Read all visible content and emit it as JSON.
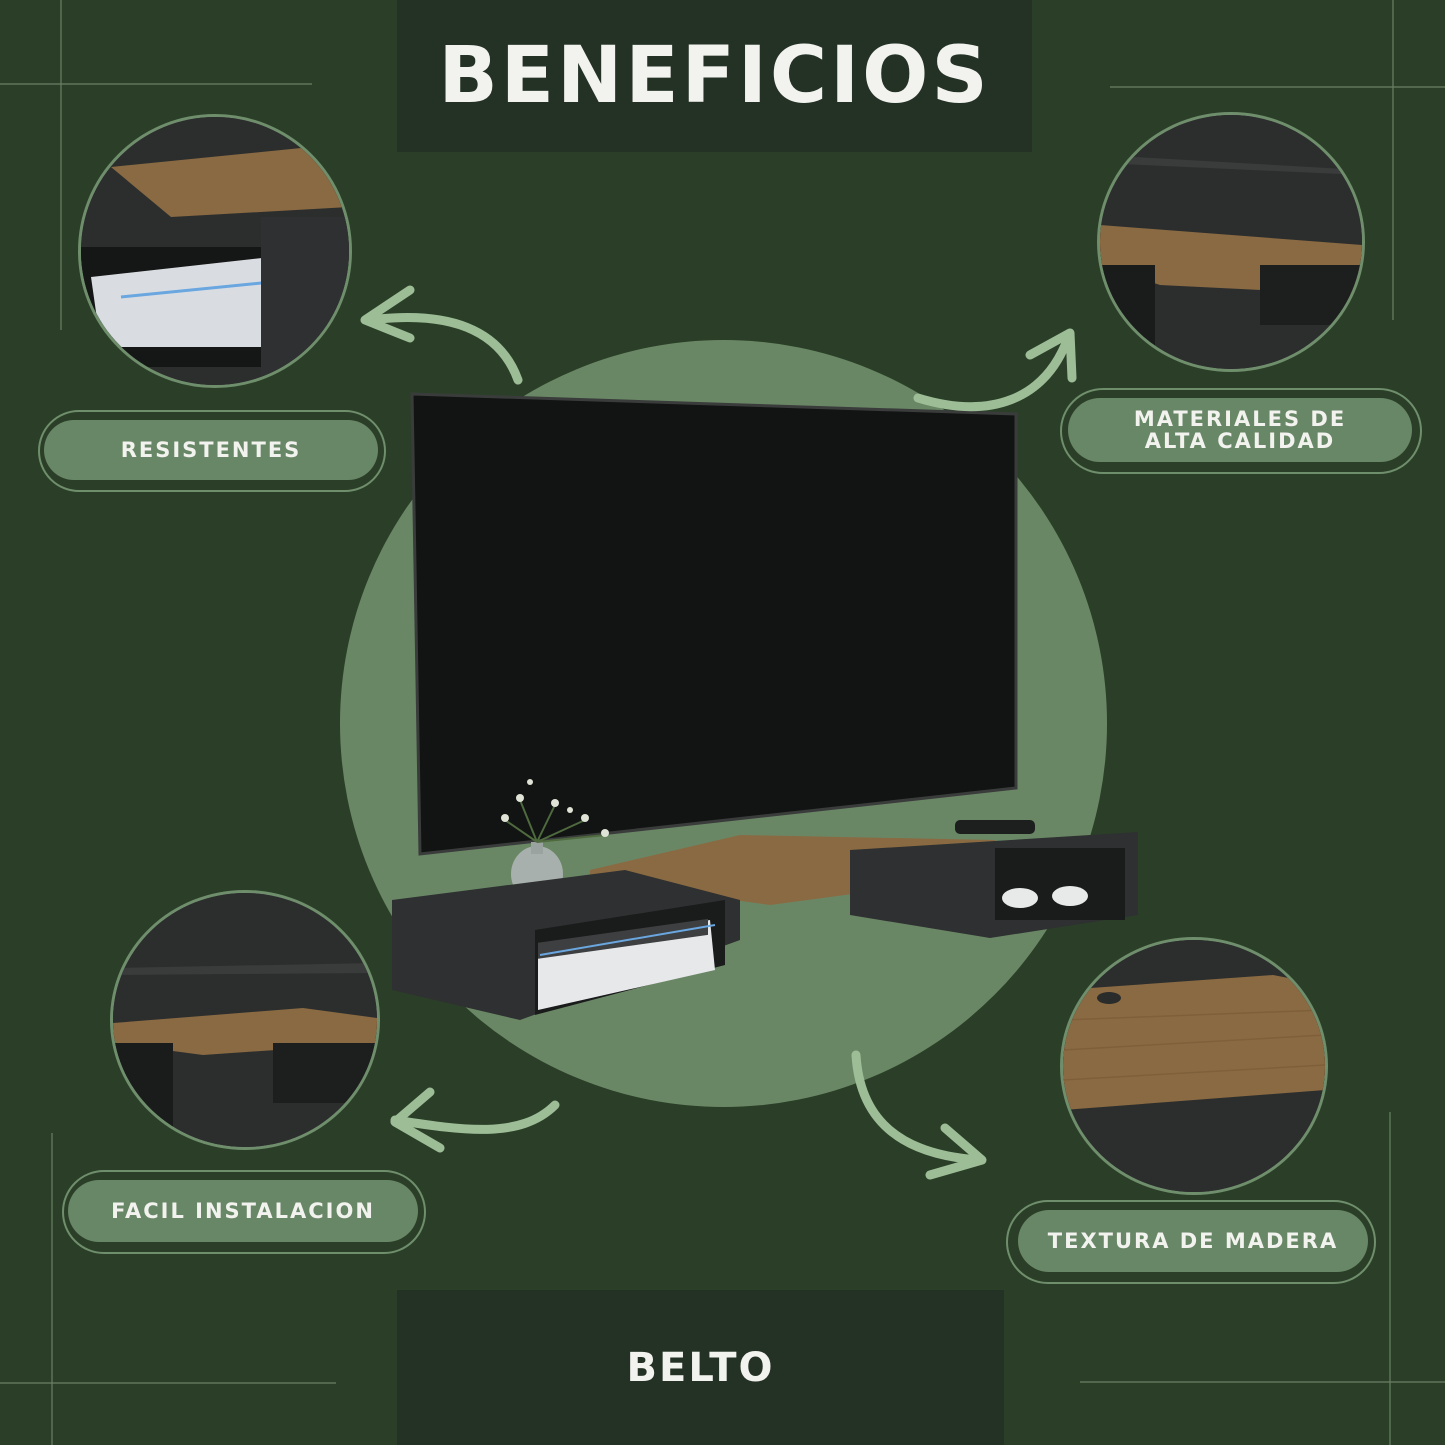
{
  "header": {
    "title": "BENEFICIOS"
  },
  "footer": {
    "product_name": "BELTO"
  },
  "benefits": [
    {
      "label": "RESISTENTES"
    },
    {
      "label": "MATERIALES DE ALTA CALIDAD"
    },
    {
      "label": "FACIL INSTALACION"
    },
    {
      "label": "TEXTURA DE MADERA"
    }
  ],
  "colors": {
    "background": "#2b3f28",
    "title_box": "#233224",
    "accent_circle": "#6a8765",
    "pill": "#688766",
    "wood": "#8a6a42",
    "furniture": "#2e3031"
  }
}
